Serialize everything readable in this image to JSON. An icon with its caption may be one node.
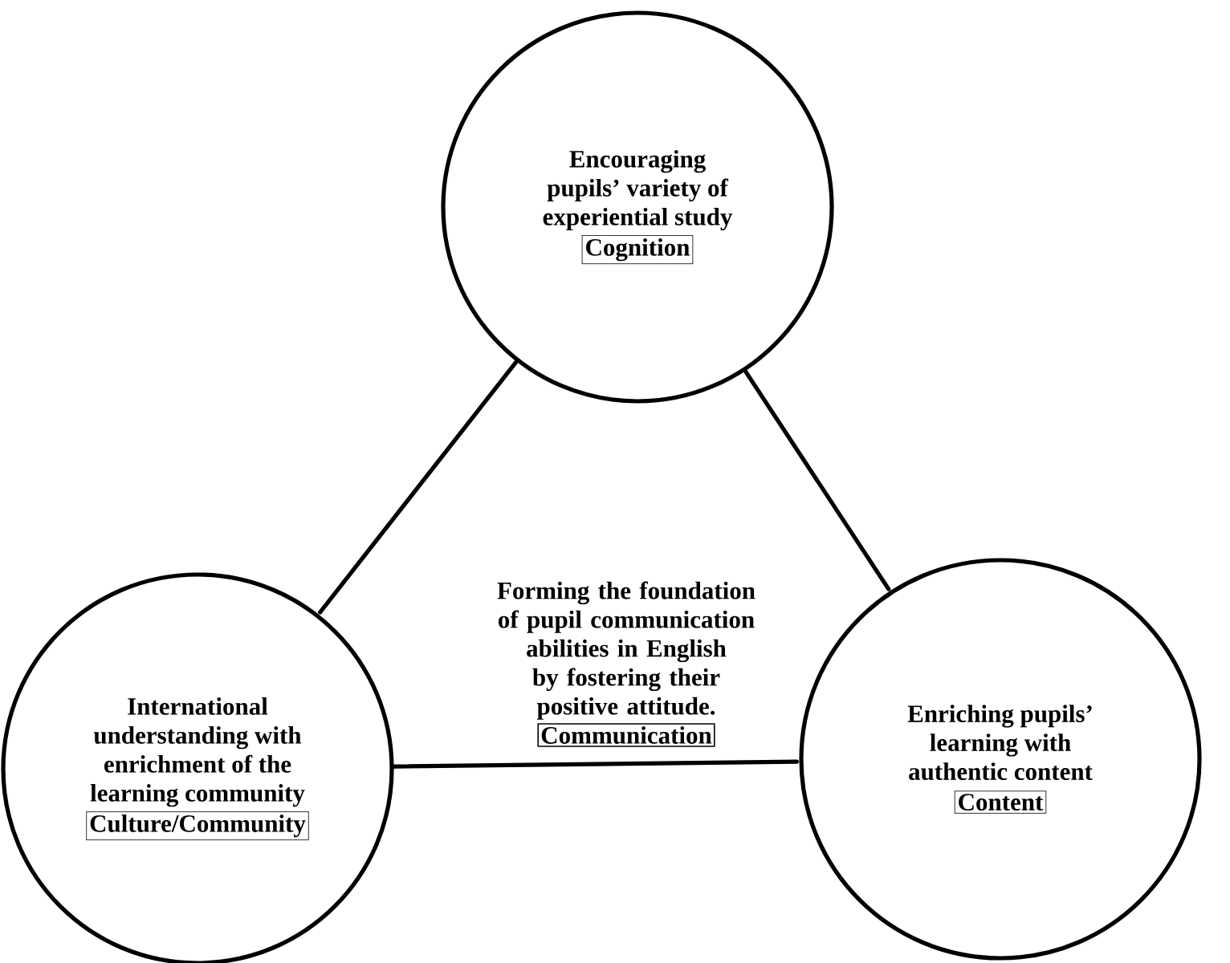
{
  "diagram": {
    "nodes": [
      {
        "text": [
          "Encouraging pupils’ variety of experiential study",
          "Cognition"
        ]
      },
      {
        "text": [
          "International understanding with enrichment of the learning community",
          "Culture/Community"
        ]
      },
      {
        "text": [
          "Enriching pupils’ learning with authentic content",
          "Content"
        ]
      },
      {
        "text": [
          "Communication"
        ],
        "beside": [
          "Forming the foundation of pupil communication abilities in English by fostering their positive attitude."
        ]
      }
    ],
    "edges": [
      {
        "from": 0,
        "to": 1,
        "arrow": "none"
      },
      {
        "from": 0,
        "to": 2,
        "arrow": "none"
      },
      {
        "from": 1,
        "to": 2,
        "arrow": "none"
      }
    ]
  }
}
